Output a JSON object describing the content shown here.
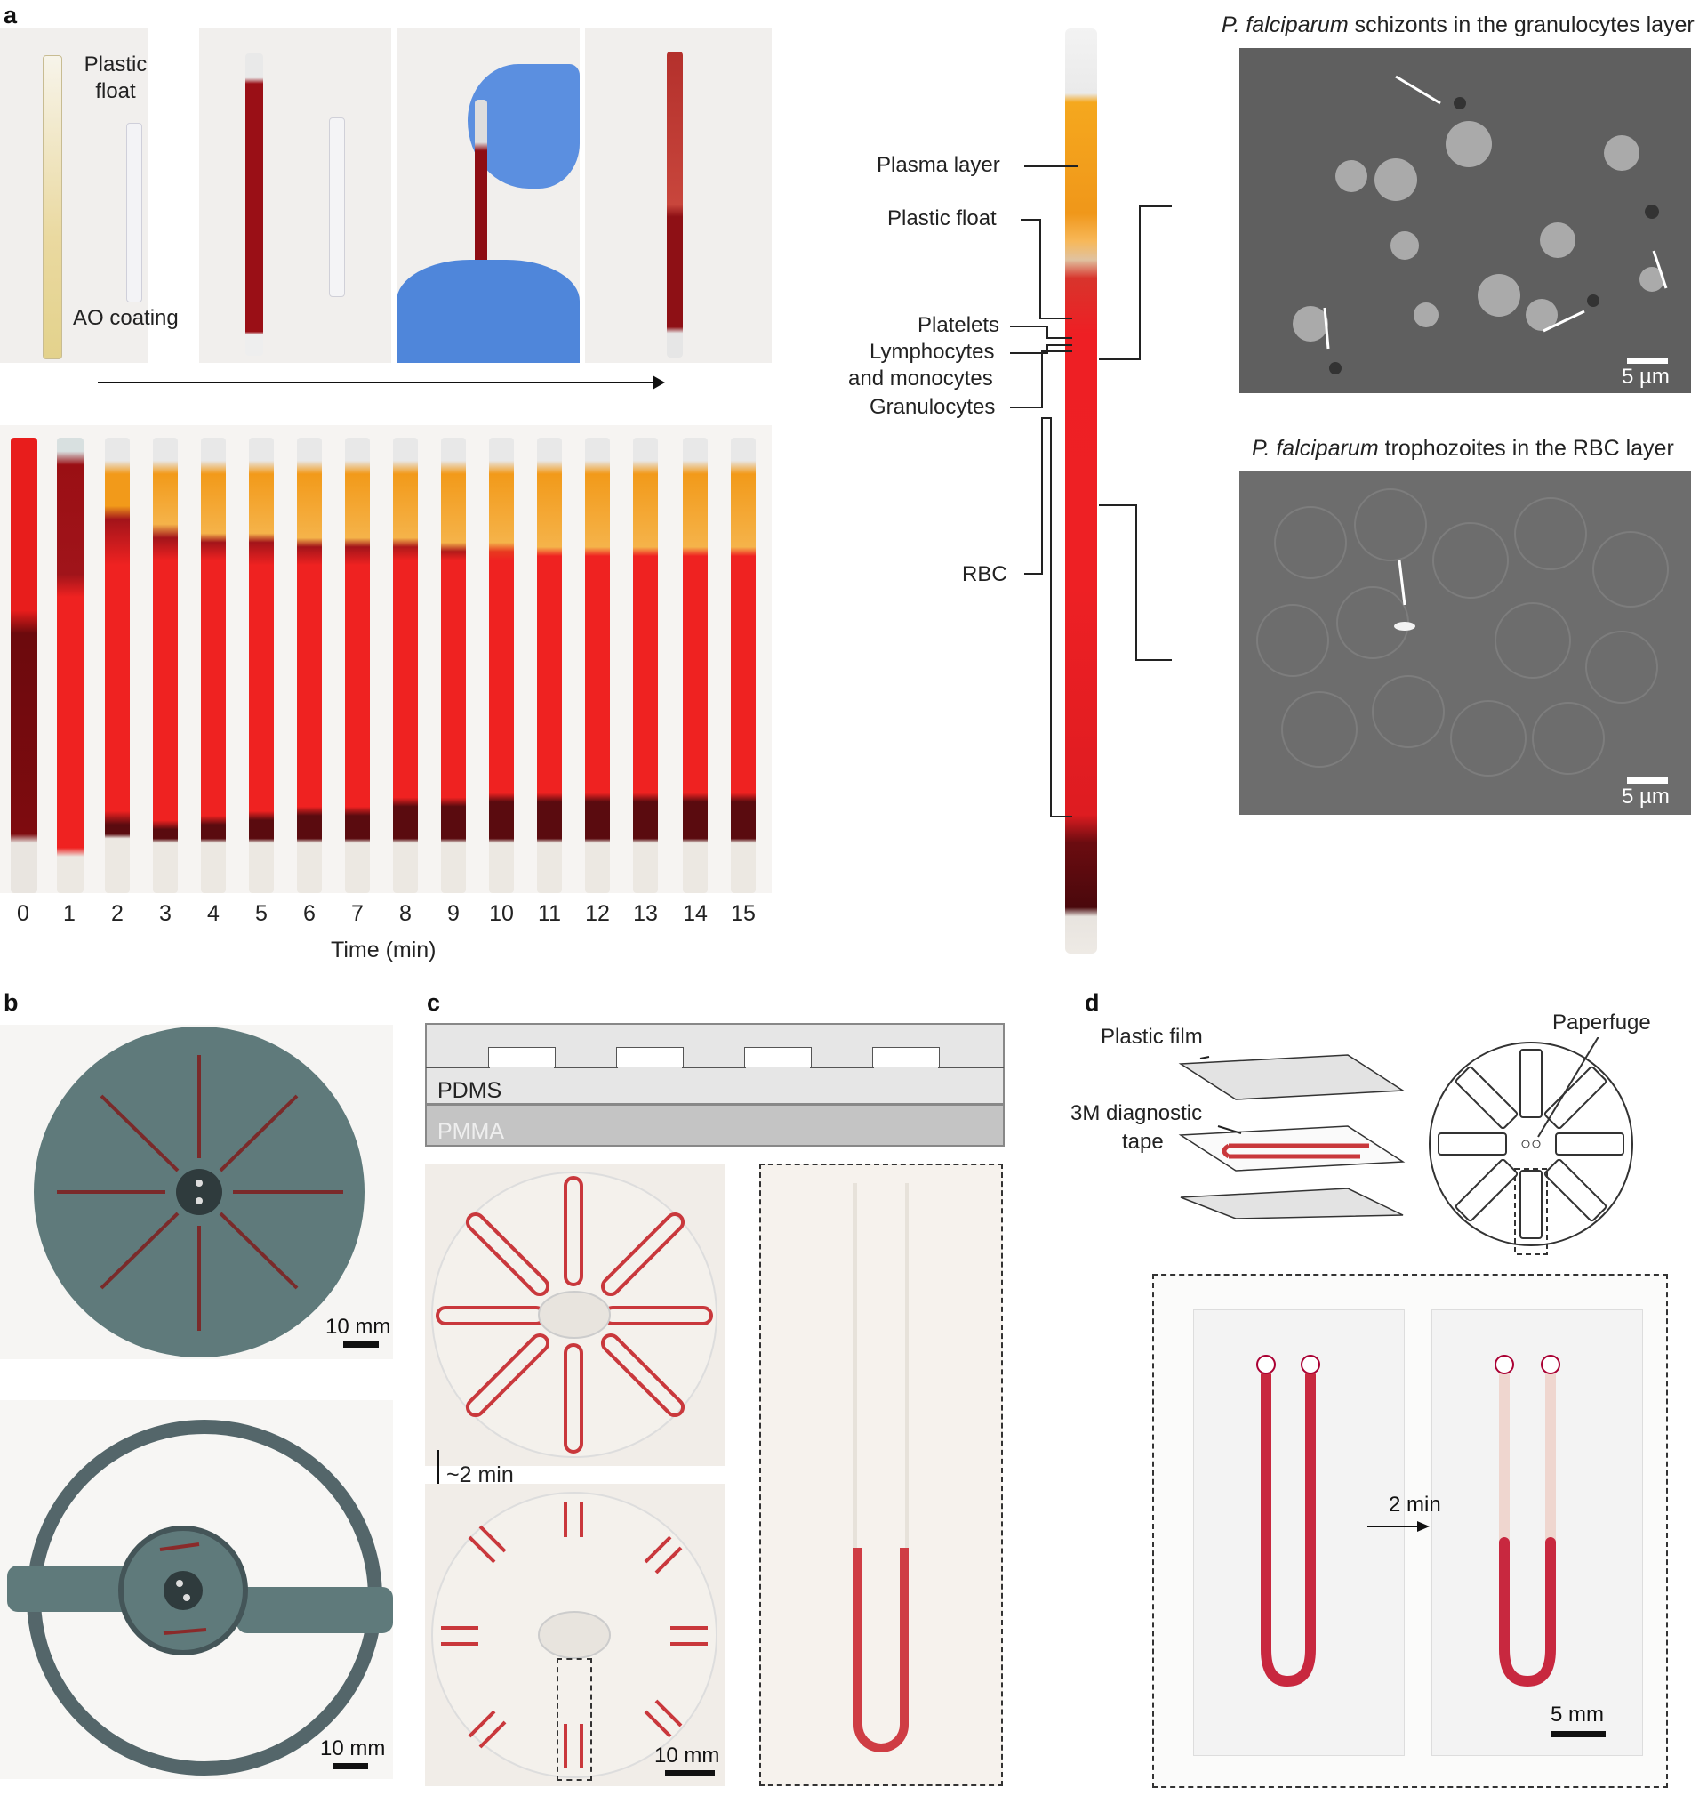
{
  "panels": {
    "a": "a",
    "b": "b",
    "c": "c",
    "d": "d"
  },
  "a": {
    "photo_labels": {
      "plastic_float": "Plastic float",
      "ao_coating": "AO coating"
    },
    "time_ticks": [
      "0",
      "1",
      "2",
      "3",
      "4",
      "5",
      "6",
      "7",
      "8",
      "9",
      "10",
      "11",
      "12",
      "13",
      "14",
      "15"
    ],
    "time_axis_label": "Time (min)",
    "tube_labels": {
      "plasma": "Plasma layer",
      "float": "Plastic float",
      "platelets": "Platelets",
      "lymphocytes": "Lymphocytes",
      "monocytes": "and monocytes",
      "granulocytes": "Granulocytes",
      "rbc": "RBC"
    },
    "micrograph_top": {
      "species": "P. falciparum",
      "caption": " schizonts in the granulocytes layer",
      "scale": "5 µm"
    },
    "micrograph_bottom": {
      "species": "P. falciparum",
      "caption": " trophozoites in the RBC layer",
      "scale": "5 µm"
    }
  },
  "b": {
    "scale_top": "10 mm",
    "scale_bottom": "10 mm"
  },
  "c": {
    "pdms": "PDMS",
    "pmma": "PMMA",
    "time": "~2 min",
    "scale": "10 mm"
  },
  "d": {
    "plastic_film": "Plastic film",
    "tape_line1": "3M diagnostic",
    "tape_line2": "tape",
    "paperfuge": "Paperfuge",
    "time": "2 min",
    "scale": "5 mm"
  },
  "colors": {
    "blood_red": "#e8201e",
    "dark_red": "#5a0b0f",
    "plasma": "#f19a1c",
    "channel_red": "#c9383c",
    "disc_teal": "#5f7a7b"
  }
}
